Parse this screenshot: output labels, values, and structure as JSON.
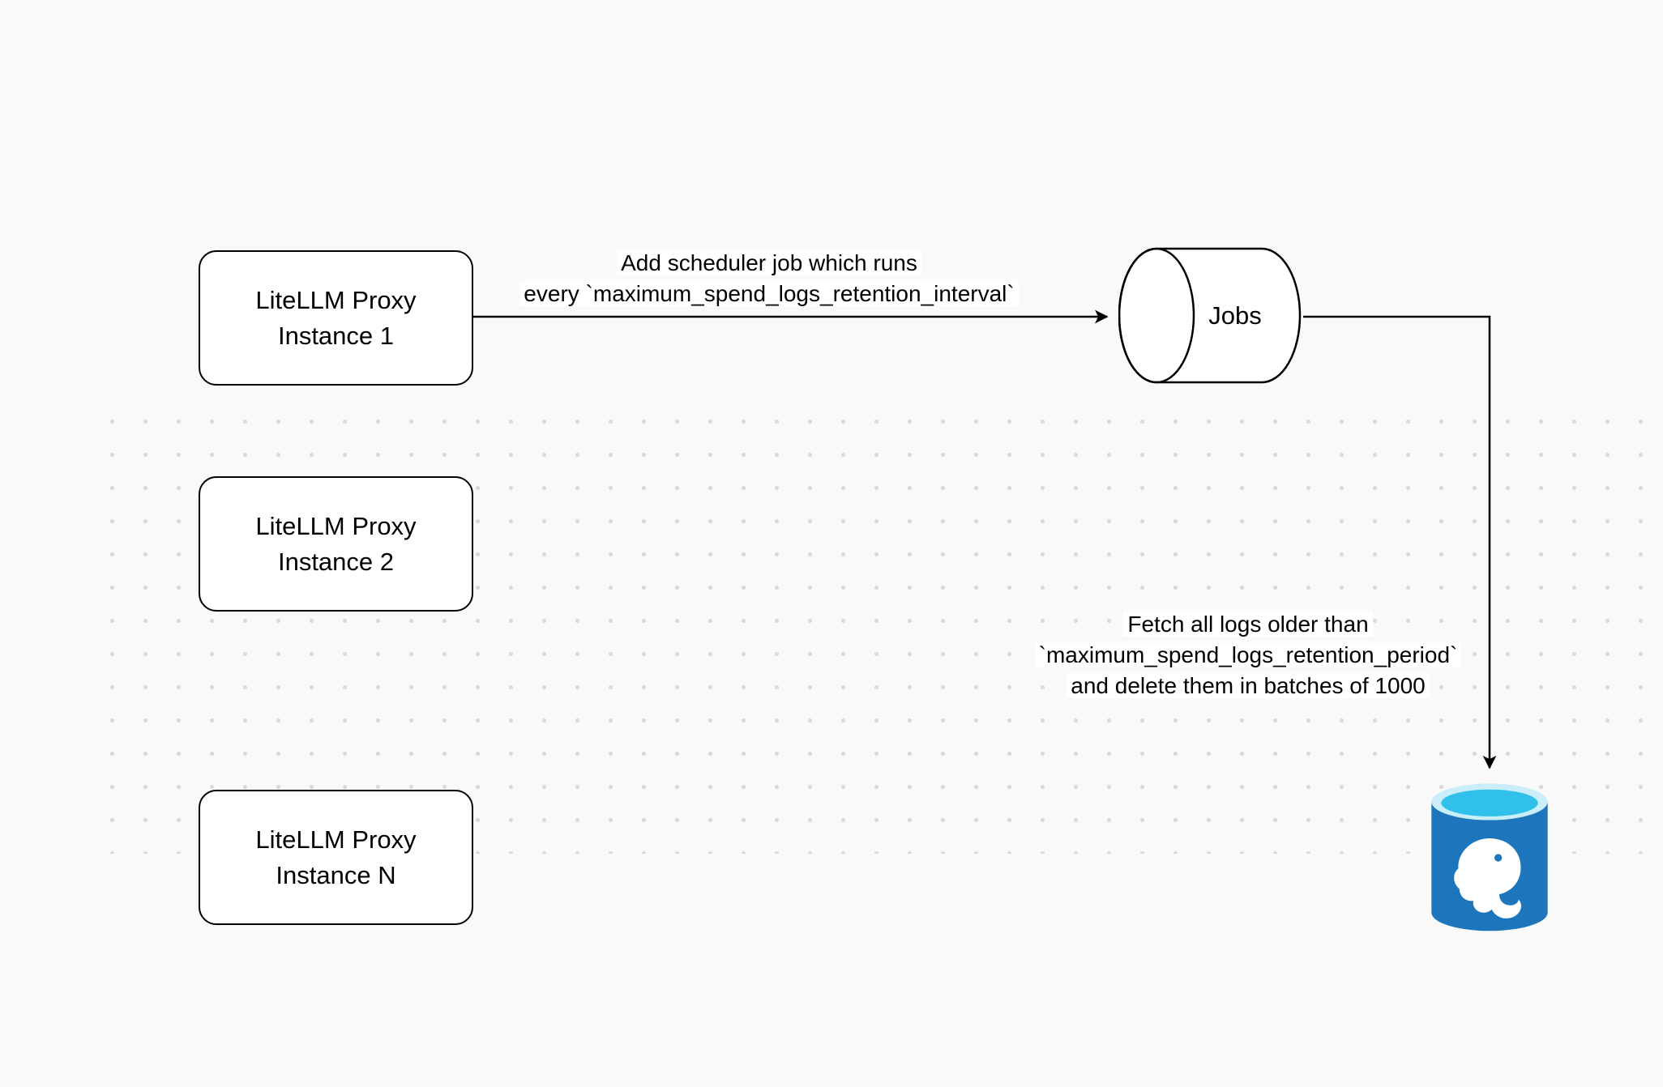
{
  "diagram": {
    "nodes": {
      "proxy_instance_1": {
        "line1": "LiteLLM Proxy",
        "line2": "Instance 1"
      },
      "proxy_instance_2": {
        "line1": "LiteLLM Proxy",
        "line2": "Instance 2"
      },
      "proxy_instance_n": {
        "line1": "LiteLLM Proxy",
        "line2": "Instance N"
      },
      "jobs_queue": {
        "label": "Jobs"
      }
    },
    "edges": {
      "add_scheduler_job": {
        "line1": "Add scheduler job which runs",
        "line2": "every `maximum_spend_logs_retention_interval`"
      },
      "fetch_and_delete": {
        "line1": "Fetch all logs older than",
        "line2": "`maximum_spend_logs_retention_period`",
        "line3": "and delete them in batches of 1000"
      }
    },
    "icons": {
      "database_icon": "postgresql-elephant-icon"
    },
    "colors": {
      "background": "#f9f9f9",
      "grid_dot": "#d9d9d9",
      "stroke": "#000000",
      "node_fill": "#ffffff",
      "postgres_blue": "#1d76bb",
      "postgres_cyan": "#31c0ea",
      "postgres_rim": "#c9edf9",
      "elephant": "#ffffff"
    }
  }
}
